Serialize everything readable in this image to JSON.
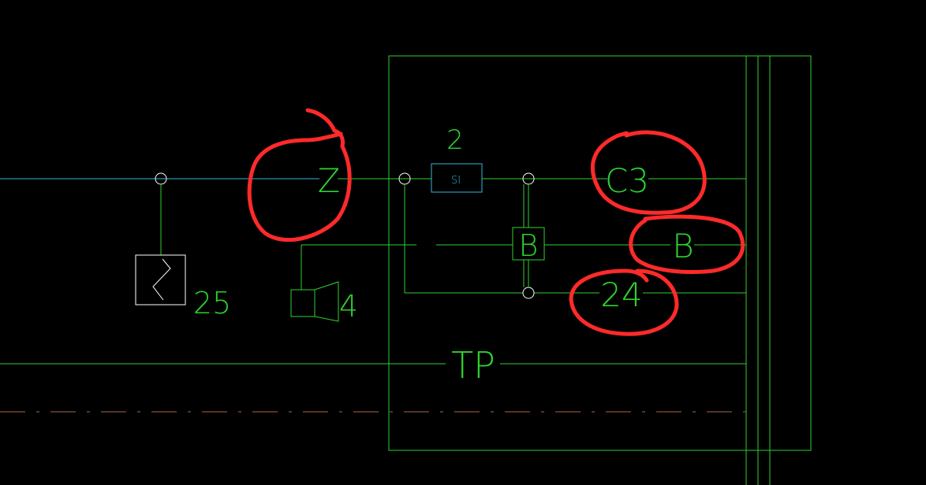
{
  "colors": {
    "background": "#000000",
    "green": "#2fd12f",
    "cyan": "#35b8d6",
    "white": "#ffffff",
    "red": "#ff2a2a",
    "brown": "#a86a44"
  },
  "labels": {
    "fuse_number": "2",
    "fuse_text": "SI",
    "z_label": "Z",
    "c3_label": "C3",
    "b_box": "B",
    "b_label": "B",
    "wire_24": "24",
    "tp_label": "TP",
    "device_25": "25",
    "speaker_4": "4"
  },
  "icons": {
    "z_device": "zigzag-device-icon",
    "speaker": "speaker-icon"
  }
}
